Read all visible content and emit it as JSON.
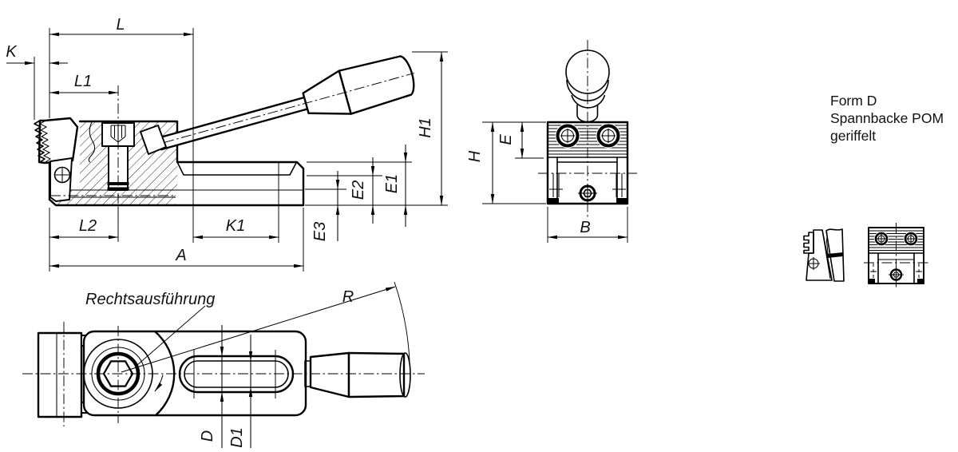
{
  "page": {
    "background_color": "#ffffff",
    "line_color": "#000000",
    "text_color": "#111111",
    "hatch_style": "diagonal-45"
  },
  "note": {
    "lines": [
      "Form D",
      "Spannbacke POM",
      "geriffelt"
    ]
  },
  "labels": {
    "side": {
      "L": "L",
      "K": "K",
      "L1": "L1",
      "L2": "L2",
      "K1": "K1",
      "A": "A",
      "H1": "H1",
      "E1": "E1",
      "E2": "E2",
      "E3": "E3"
    },
    "front": {
      "H": "H",
      "E": "E",
      "B": "B"
    },
    "top": {
      "R": "R",
      "D": "D",
      "D1": "D1",
      "variant": "Rechtsausführung"
    }
  }
}
